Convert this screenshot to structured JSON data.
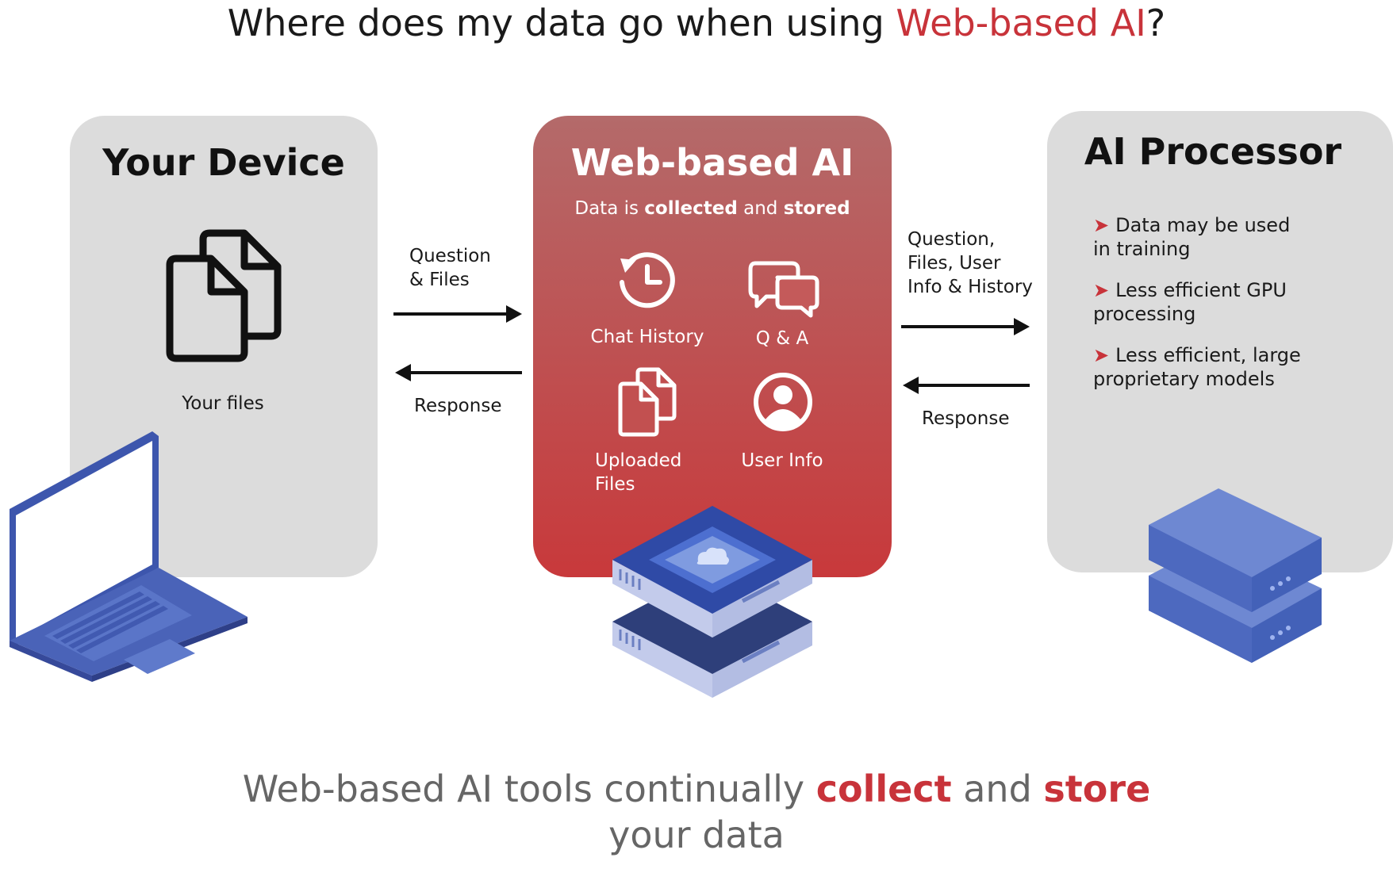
{
  "title": {
    "prefix": "Where does my data go when using ",
    "highlight": "Web-based AI",
    "suffix": "?"
  },
  "device_panel": {
    "title": "Your Device",
    "files_label": "Your files",
    "icons": [
      "documents-icon",
      "laptop-icon"
    ]
  },
  "flow_left": {
    "request_label_line1": "Question",
    "request_label_line2": "& Files",
    "response_label": "Response"
  },
  "web_ai_panel": {
    "title": "Web-based AI",
    "subtitle_prefix": "Data is ",
    "subtitle_bold1": "collected",
    "subtitle_mid": " and ",
    "subtitle_bold2": "stored",
    "items": [
      {
        "label": "Chat History",
        "icon": "history-icon"
      },
      {
        "label": "Q & A",
        "icon": "chat-bubbles-icon"
      },
      {
        "label_line1": "Uploaded",
        "label_line2": "Files",
        "icon": "files-icon"
      },
      {
        "label": "User Info",
        "icon": "user-icon"
      }
    ],
    "server_icon": "cloud-server-icon"
  },
  "flow_right": {
    "request_line1": "Question,",
    "request_line2": "Files, User",
    "request_line3": "Info & History",
    "response_label": "Response"
  },
  "processor_panel": {
    "title": "AI Processor",
    "bullets": [
      {
        "line1": "Data may be used",
        "line2": "in training"
      },
      {
        "line1": "Less efficient GPU",
        "line2": "processing"
      },
      {
        "line1": "Less efficient, large",
        "line2": "proprietary models"
      }
    ],
    "bullet_marker": "➤",
    "server_icon": "server-stack-icon"
  },
  "footer": {
    "line1_prefix": "Web-based AI tools continually ",
    "bold1": "collect",
    "mid": " and ",
    "bold2": "store",
    "line2": "your data"
  },
  "colors": {
    "accent_red": "#c8333a",
    "panel_grey": "#dcdcdc",
    "device_blue": "#4a63b8",
    "server_light": "#c9d0ec"
  }
}
